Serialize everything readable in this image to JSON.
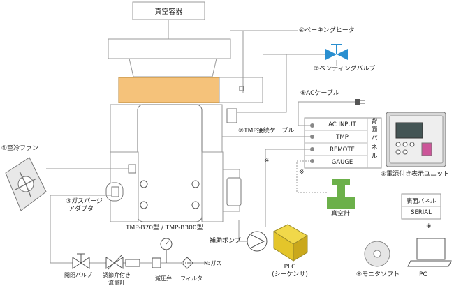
{
  "chamber": "真空容器",
  "heater": "④ベーキングヒータ",
  "vent_valve": "②ベンティングバルブ",
  "ac_cable": "⑥ACケーブル",
  "tmp_cable": "⑦TMP接続ケーブル",
  "fan": "①空冷ファン",
  "gas_purge": [
    "③ガスパージ",
    "アダプタ"
  ],
  "pump_model": "TMP-B70型 / TMP-B300型",
  "back_panel": {
    "ports": [
      "AC INPUT",
      "TMP",
      "REMOTE",
      "GAUGE"
    ],
    "title": [
      "背",
      "面",
      "パ",
      "ネ",
      "ル"
    ]
  },
  "controller_unit": "⑤電源付き表示ユニット",
  "gauge": "真空計",
  "front_panel": {
    "title": "表面パネル",
    "serial": "SERIAL"
  },
  "aux_pump": "補助ポンプ",
  "plc": [
    "PLC",
    "(シーケンサ)"
  ],
  "monitor_soft": "⑧モニタソフト",
  "pc": "PC",
  "on_off_valve": "開閉バルブ",
  "flow_meter": [
    "調節弁付き",
    "流量計"
  ],
  "regulator": "減圧弁",
  "filter": "フィルタ",
  "n2_gas": "N₂ガス",
  "note_mark": "※"
}
